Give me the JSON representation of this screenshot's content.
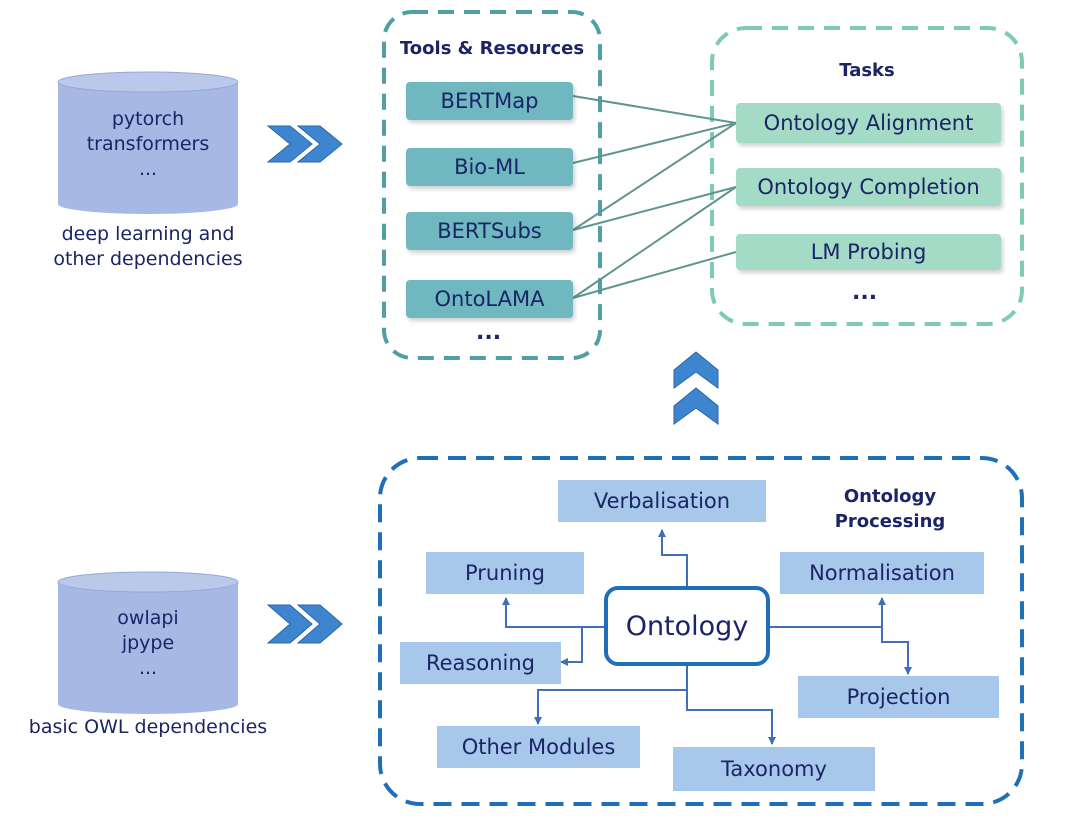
{
  "top_dependencies": {
    "db_lines": [
      "pytorch",
      "transformers",
      "..."
    ],
    "caption_lines": [
      "deep learning and",
      "other dependencies"
    ]
  },
  "bottom_dependencies": {
    "db_lines": [
      "owlapi",
      "jpype",
      "..."
    ],
    "caption": "basic OWL dependencies"
  },
  "tools": {
    "heading": "Tools & Resources",
    "items": [
      "BERTMap",
      "Bio-ML",
      "BERTSubs",
      "OntoLAMA"
    ],
    "more": "..."
  },
  "tasks": {
    "heading": "Tasks",
    "items": [
      "Ontology Alignment",
      "Ontology Completion",
      "LM Probing"
    ],
    "more": "..."
  },
  "processing": {
    "heading_lines": [
      "Ontology",
      "Processing"
    ],
    "center": "Ontology",
    "modules": {
      "verbalisation": "Verbalisation",
      "pruning": "Pruning",
      "normalisation": "Normalisation",
      "reasoning": "Reasoning",
      "projection": "Projection",
      "other_modules": "Other Modules",
      "taxonomy": "Taxonomy"
    }
  },
  "colors": {
    "teal_box": "#6fb8bf",
    "task_box": "#a3dbc7",
    "blue_box": "#a7c8ea",
    "cylinder": "#a6b8e3",
    "chevron": "#3d86cf",
    "processing_border": "#1f6fb8",
    "tools_border": "#4f9fa4",
    "tasks_border": "#7fcab4",
    "text": "#1b2466"
  }
}
